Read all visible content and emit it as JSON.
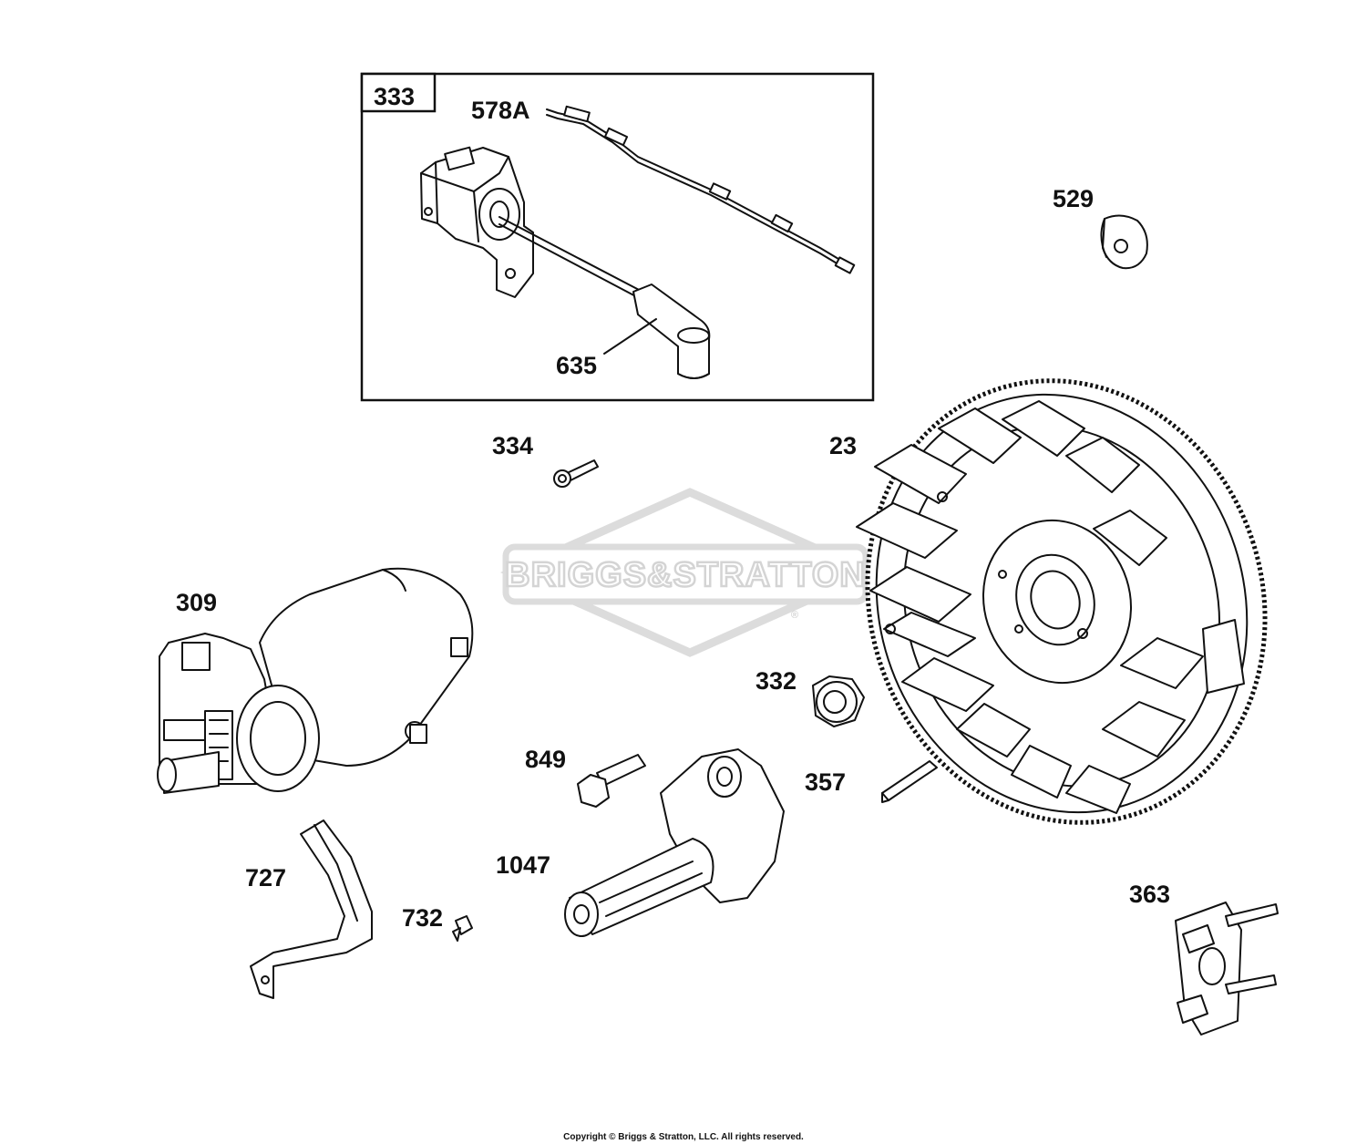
{
  "diagram": {
    "part_labels": {
      "p333": "333",
      "p578A": "578A",
      "p635": "635",
      "p529": "529",
      "p334": "334",
      "p23": "23",
      "p309": "309",
      "p332": "332",
      "p849": "849",
      "p357": "357",
      "p1047": "1047",
      "p727": "727",
      "p732": "732",
      "p363": "363"
    },
    "watermark": "BRIGGS&STRATTON",
    "watermark_reg": "®",
    "copyright": "Copyright © Briggs & Stratton, LLC. All rights reserved."
  },
  "colors": {
    "line": "#111111",
    "watermark": "#d4d4d4",
    "background": "#ffffff"
  }
}
